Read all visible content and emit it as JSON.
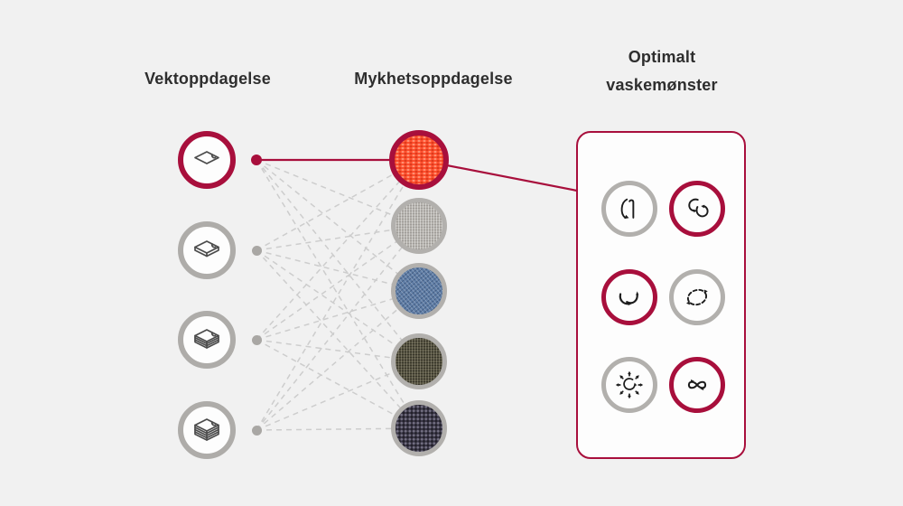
{
  "diagram": {
    "background": "#f1f1f1",
    "accent_color": "#a80f3c",
    "dashed_line_color": "#cdcdcd",
    "columns": {
      "weight": {
        "title": "Vektoppdagelse",
        "items": [
          {
            "icon": "fabric-layers-1-icon",
            "highlighted": true
          },
          {
            "icon": "fabric-layers-2-icon",
            "highlighted": false
          },
          {
            "icon": "fabric-layers-3-icon",
            "highlighted": false
          },
          {
            "icon": "fabric-layers-4-icon",
            "highlighted": false
          }
        ]
      },
      "softness": {
        "title": "Mykhetsoppdagelse",
        "items": [
          {
            "icon": "orange-knit-fabric-swatch",
            "color": "#fd4f2e",
            "texture": "knit",
            "highlighted": true
          },
          {
            "icon": "gray-linen-fabric-swatch",
            "color": "#b5b2ad",
            "texture": "linen",
            "highlighted": false
          },
          {
            "icon": "blue-denim-fabric-swatch",
            "color": "#5e7ca4",
            "texture": "denim",
            "highlighted": false
          },
          {
            "icon": "olive-weave-fabric-swatch",
            "color": "#54513f",
            "texture": "weave",
            "highlighted": false
          },
          {
            "icon": "navy-knit-fabric-swatch",
            "color": "#3b3848",
            "texture": "darkknit",
            "highlighted": false
          }
        ]
      },
      "patterns": {
        "title": "Optimalt vaskemønster",
        "items": [
          {
            "icon": "filtration-motion-icon",
            "highlighted": false
          },
          {
            "icon": "rolling-motion-icon",
            "highlighted": true
          },
          {
            "icon": "swing-motion-icon",
            "highlighted": true
          },
          {
            "icon": "tumbling-motion-icon",
            "highlighted": false
          },
          {
            "icon": "scrubbing-motion-icon",
            "highlighted": false
          },
          {
            "icon": "figure8-motion-icon",
            "highlighted": true
          }
        ]
      }
    },
    "connections": {
      "mesh": "every weight node connects to every softness node with a dashed line",
      "highlighted_path": {
        "weight_index": 0,
        "softness_index": 0,
        "to_panel": true
      }
    }
  }
}
